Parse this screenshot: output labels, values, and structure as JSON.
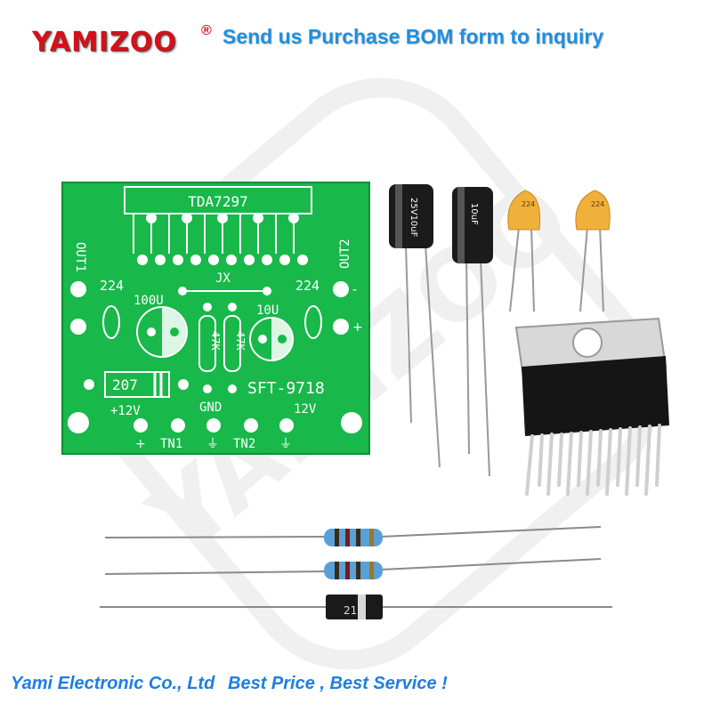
{
  "header": {
    "brand": "YAMIZOO",
    "registered_mark": "®",
    "slogan": "Send us Purchase BOM form to inquiry"
  },
  "footer": {
    "company": "Yami Electronic Co., Ltd",
    "tagline": "Best Price , Best Service !"
  },
  "pcb": {
    "chip_label": "TDA7297",
    "out1": "OUT1",
    "out2": "OUT2",
    "jumper": "JX",
    "cap_left": "224",
    "cap_right": "224",
    "elec_left": "100U",
    "elec_right": "10U",
    "resistor_a": "47K",
    "resistor_b": "47K",
    "bridge": "207",
    "model": "SFT-9718",
    "plus_12v": "+12V",
    "gnd": "GND",
    "v12": "12V",
    "plus": "+",
    "tn1": "TN1",
    "tn2": "TN2",
    "minus": "-",
    "plus_right": "+",
    "ground_symbol": "⏚"
  },
  "capacitors": {
    "cap1_text": "25V10uF",
    "cap2_text": "10uF",
    "ceramic1": "224",
    "ceramic2": "224"
  },
  "diode_label": "21",
  "watermark": "YAMIZOO",
  "colors": {
    "brand_red": "#d6101a",
    "accent_blue": "#1d8fe0",
    "pcb_green": "#18b84a",
    "silk_white": "#ffffff"
  }
}
